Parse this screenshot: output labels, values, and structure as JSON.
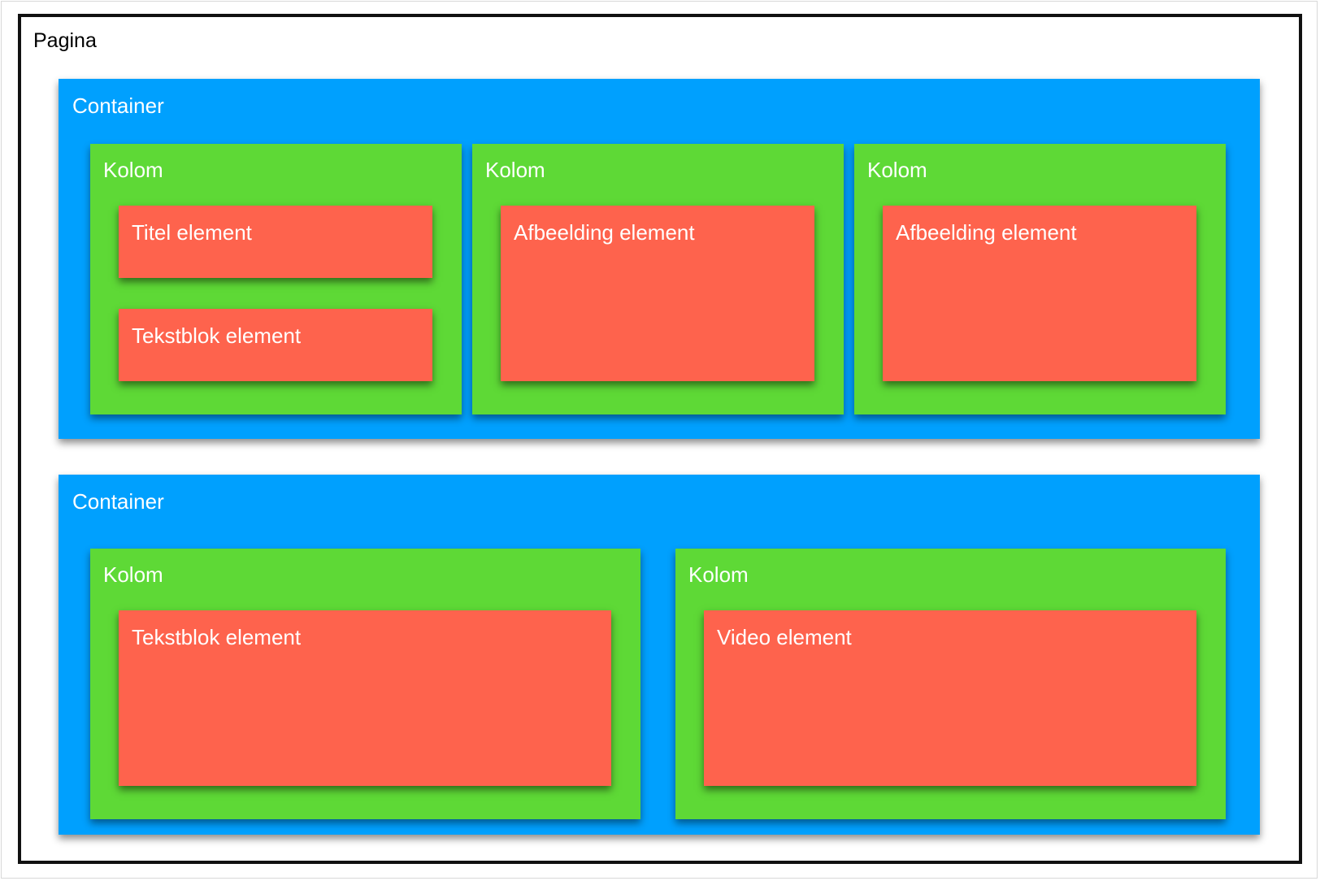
{
  "page": {
    "label": "Pagina"
  },
  "containers": [
    {
      "label": "Container",
      "columns": [
        {
          "label": "Kolom",
          "elements": [
            {
              "label": "Titel element"
            },
            {
              "label": "Tekstblok element"
            }
          ]
        },
        {
          "label": "Kolom",
          "elements": [
            {
              "label": "Afbeelding element"
            }
          ]
        },
        {
          "label": "Kolom",
          "elements": [
            {
              "label": "Afbeelding element"
            }
          ]
        }
      ]
    },
    {
      "label": "Container",
      "columns": [
        {
          "label": "Kolom",
          "elements": [
            {
              "label": "Tekstblok element"
            }
          ]
        },
        {
          "label": "Kolom",
          "elements": [
            {
              "label": "Video element"
            }
          ]
        }
      ]
    }
  ],
  "colors": {
    "page_border": "#111111",
    "container": "#00a0fe",
    "column": "#5ed936",
    "element": "#fe634d",
    "label_on_color": "#ffffff"
  }
}
